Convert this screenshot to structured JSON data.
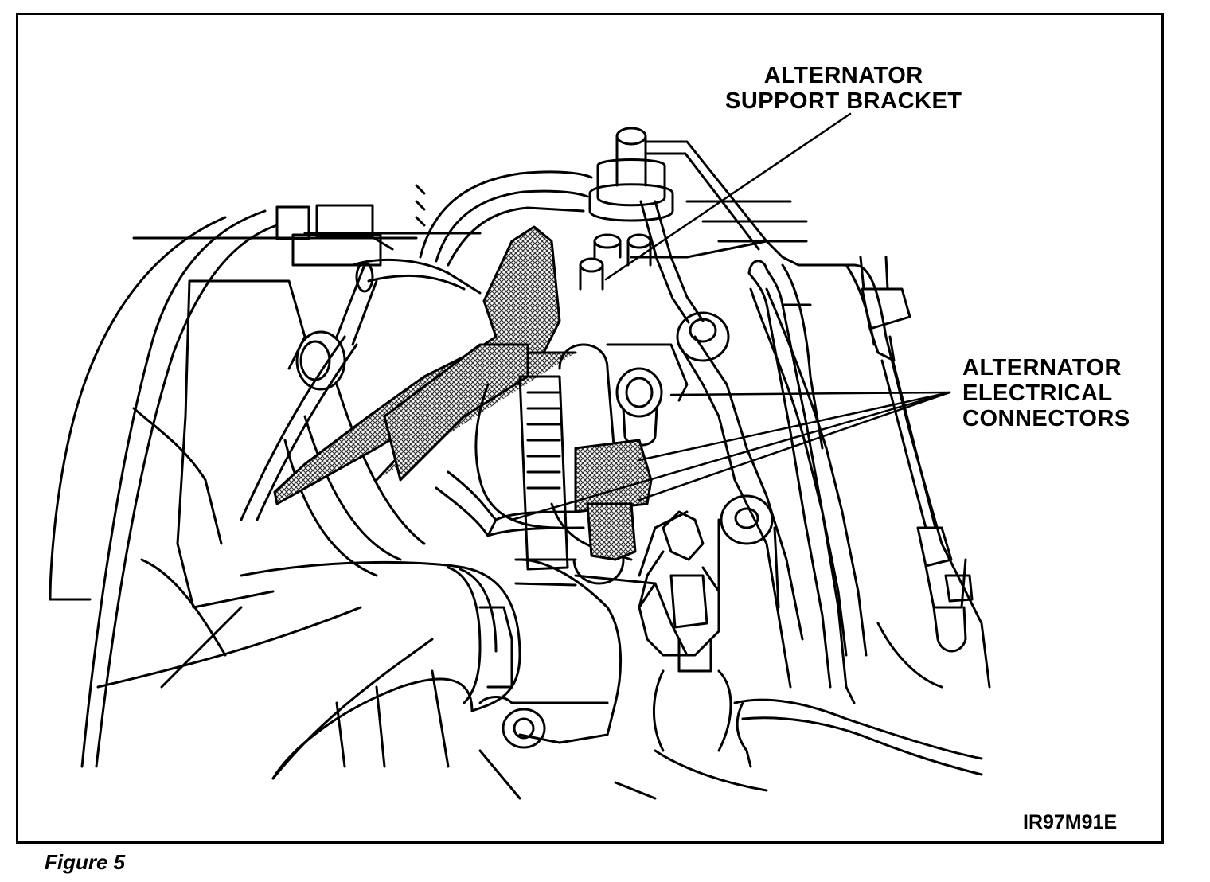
{
  "figure": {
    "caption": "Figure 5",
    "drawing_code": "IR97M91E",
    "callouts": {
      "support_bracket": [
        "ALTERNATOR",
        "SUPPORT BRACKET"
      ],
      "electrical_connectors": [
        "ALTERNATOR",
        "ELECTRICAL",
        "CONNECTORS"
      ]
    }
  },
  "colors": {
    "ink": "#000000",
    "paper": "#ffffff",
    "hatch": "#6f6f6f"
  }
}
